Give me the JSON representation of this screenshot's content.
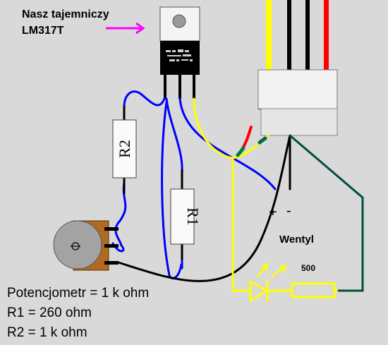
{
  "annotation": {
    "line1": "Nasz tajemniczy",
    "line2": "LM317T",
    "arrow_color": "#ff00ff"
  },
  "components": {
    "regulator": {
      "marking": "LM317T"
    },
    "r1": {
      "label": "R1"
    },
    "r2": {
      "label": "R2"
    },
    "resistor_500": {
      "label": "500"
    },
    "potentiometer": {
      "symbol": "⦵"
    }
  },
  "fan": {
    "label": "Wentyl",
    "plus": "+",
    "minus": "-",
    "wire_colors": [
      "#ffff00",
      "#000000",
      "#000000",
      "#ff0000"
    ]
  },
  "legend": [
    "Potencjometr = 1 k ohm",
    "R1 = 260 ohm",
    "R2 = 1 k ohm"
  ],
  "colors": {
    "background": "#d9d9d9",
    "blue_wire": "#0000ff",
    "yellow_wire": "#ffff00",
    "dark_green_wire": "#004d40",
    "red_wire": "#ff0000",
    "black_wire": "#000000",
    "pot_body": "#b06a22"
  }
}
